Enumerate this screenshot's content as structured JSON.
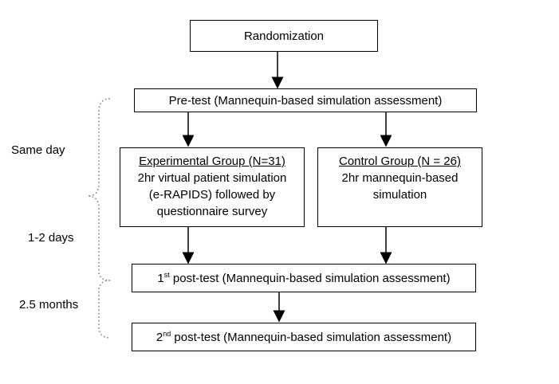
{
  "randomization": "Randomization",
  "pretest": "Pre-test (Mannequin-based simulation assessment)",
  "experimental": {
    "title": "Experimental Group (N=31)",
    "lines": [
      "2hr virtual patient simulation",
      "(e-RAPIDS) followed by",
      "questionnaire survey"
    ]
  },
  "control": {
    "title": "Control Group (N = 26)",
    "lines": [
      "2hr mannequin-based",
      "simulation"
    ]
  },
  "post1": {
    "num": "1",
    "sup": "st",
    "text": " post-test (Mannequin-based simulation assessment)"
  },
  "post2": {
    "num": "2",
    "sup": "nd",
    "text": " post-test (Mannequin-based simulation assessment)"
  },
  "timeline": {
    "same_day": "Same day",
    "days": "1-2 days",
    "months": "2.5 months"
  }
}
